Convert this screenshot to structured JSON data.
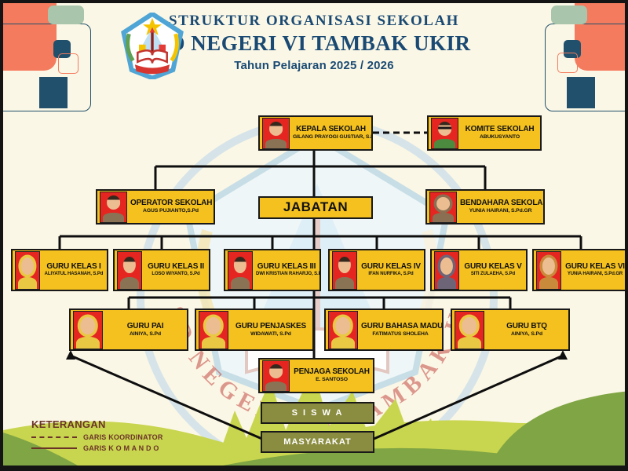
{
  "header": {
    "title_line1": "STRUKTUR ORGANISASI SEKOLAH",
    "title_line2": "SD NEGERI VI TAMBAK UKIR",
    "title_line3": "Tahun Pelajaran 2025 / 2026",
    "logo": "school-emblem-sd-negeri-vi-tambak-ukir"
  },
  "chart": {
    "type": "org-chart",
    "nodes": {
      "kepala": {
        "title": "KEPALA SEKOLAH",
        "name": "GILANG PRAYOGI GUSTIAR, S.Pd.SD",
        "photo": "male-uniform"
      },
      "komite": {
        "title": "KOMITE SEKOLAH",
        "name": "ABUKUSYANTO",
        "photo": "male-sunglasses-green-shirt"
      },
      "operator": {
        "title": "OPERATOR SEKOLAH",
        "name": "AGUS PUJIANTO,S.Pd",
        "photo": "male-uniform"
      },
      "jabatan": {
        "title": "JABATAN"
      },
      "bendahara": {
        "title": "BENDAHARA SEKOLAH",
        "name": "YUNIA HAIRANI, S.Pd.GR",
        "photo": "female-hijab-brown"
      },
      "kelas1": {
        "title": "GURU KELAS I",
        "name": "ALIYATUL HASANAH, S.Pd",
        "photo": "female-hijab-yellow"
      },
      "kelas2": {
        "title": "GURU KELAS II",
        "name": "LOSO WIYANTO, S.Pd",
        "photo": "male-uniform"
      },
      "kelas3": {
        "title": "GURU KELAS III",
        "name": "DWI KRISTIAN RAHARJO, S.Pd.SD",
        "photo": "male-uniform"
      },
      "kelas4": {
        "title": "GURU KELAS IV",
        "name": "IFAN NURFIKA, S.Pd",
        "photo": "male-uniform"
      },
      "kelas5": {
        "title": "GURU KELAS V",
        "name": "SITI ZULAEHA, S.Pd",
        "photo": "female-hijab-dark"
      },
      "kelas6": {
        "title": "GURU KELAS VI",
        "name": "YUNIA HAIRANI, S.Pd.GR",
        "photo": "female-hijab-orange"
      },
      "pai": {
        "title": "GURU PAI",
        "name": "AINIYA, S.Pd",
        "photo": "female-hijab-yellow"
      },
      "penjaskes": {
        "title": "GURU PENJASKES",
        "name": "WIDAWATI, S.Pd",
        "photo": "female-hijab-yellow"
      },
      "madura": {
        "title": "GURU BAHASA MADURA",
        "name": "FATIMATUS SHOLEHA",
        "photo": "female-hijab-yellow"
      },
      "btq": {
        "title": "GURU BTQ",
        "name": "AINIYA, S.Pd",
        "photo": "female-hijab-yellow"
      },
      "penjaga": {
        "title": "PENJAGA SEKOLAH",
        "name": "E. SANTOSO",
        "photo": "male-uniform"
      },
      "siswa": {
        "title": "S I S W A"
      },
      "masyarakat": {
        "title": "MASYARAKAT"
      }
    },
    "edges": {
      "koordinator_dashed": [
        "kepala - komite"
      ],
      "komando_solid": [
        "kepala - operator/jabatan/bendahara",
        "jabatan - kelas1..kelas6",
        "center - pai/penjaskes/madura/btq",
        "center - penjaga",
        "masyarakat - pai (arrow)",
        "masyarakat - btq (arrow)"
      ]
    }
  },
  "legend": {
    "title": "KETERANGAN",
    "items": [
      {
        "style": "dashed",
        "label": "GARIS KOORDINATOR"
      },
      {
        "style": "solid",
        "label": "GARIS K O M A N D O"
      }
    ]
  },
  "colors": {
    "box_yellow": "#F4C11E",
    "photo_red": "#E52520",
    "olive": "#8A8D40",
    "header_blue": "#1A4A73",
    "legend_maroon": "#6B3428",
    "coral": "#F47B5E",
    "sage": "#A9C6AC",
    "navy": "#20506B",
    "grass_light": "#C8D54F",
    "grass_dark": "#7FA544"
  }
}
